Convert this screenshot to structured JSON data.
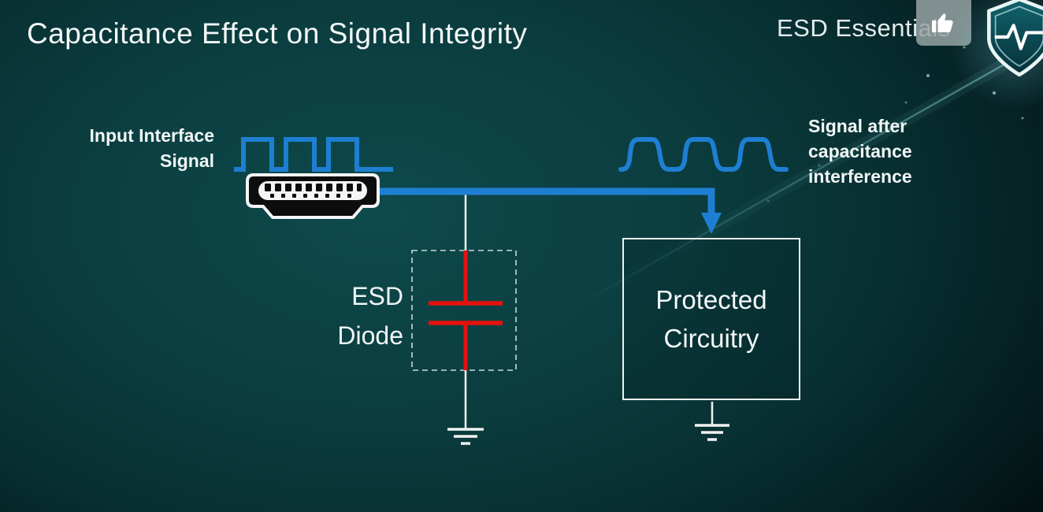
{
  "header": {
    "title": "Capacitance Effect on Signal Integrity",
    "brand": "ESD Essentials"
  },
  "diagram": {
    "input_label": "Input Interface\nSignal",
    "output_label": "Signal after\ncapacitance\ninterference",
    "capacitor_label": "ESD\nDiode",
    "protected_box_label": "Protected\nCircuitry"
  },
  "icons": {
    "thumbs_up": "thumbs-up-icon",
    "shield": "shield-with-pulse-icon"
  },
  "colors": {
    "signal_blue": "#1e7fd2",
    "capacitor_red": "#e3120b",
    "wire_white": "#f2f2f2",
    "text_white": "#f2f6f6",
    "background_teal": "#0b3d3f"
  }
}
